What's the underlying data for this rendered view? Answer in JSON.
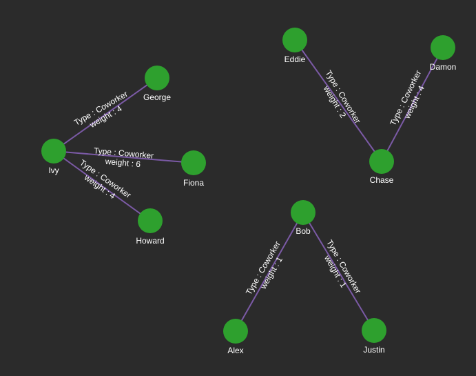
{
  "graph": {
    "colors": {
      "background": "#2b2b2b",
      "node": "#2ea02e",
      "edge": "#7b5aa6",
      "text": "#ffffff"
    },
    "nodes": [
      {
        "id": "ivy",
        "label": "Ivy"
      },
      {
        "id": "george",
        "label": "George"
      },
      {
        "id": "fiona",
        "label": "Fiona"
      },
      {
        "id": "howard",
        "label": "Howard"
      },
      {
        "id": "eddie",
        "label": "Eddie"
      },
      {
        "id": "damon",
        "label": "Damon"
      },
      {
        "id": "chase",
        "label": "Chase"
      },
      {
        "id": "bob",
        "label": "Bob"
      },
      {
        "id": "alex",
        "label": "Alex"
      },
      {
        "id": "justin",
        "label": "Justin"
      }
    ],
    "edges": [
      {
        "id": "ivy-george",
        "source": "ivy",
        "target": "george",
        "type_text": "Type : Coworker",
        "weight_text": "weight : 4",
        "weight": 4
      },
      {
        "id": "ivy-fiona",
        "source": "ivy",
        "target": "fiona",
        "type_text": "Type : Coworker",
        "weight_text": "weight : 6",
        "weight": 6
      },
      {
        "id": "ivy-howard",
        "source": "ivy",
        "target": "howard",
        "type_text": "Type : Coworker",
        "weight_text": "weight : 4",
        "weight": 4
      },
      {
        "id": "eddie-chase",
        "source": "eddie",
        "target": "chase",
        "type_text": "Type : Coworker",
        "weight_text": "weight : 2",
        "weight": 2
      },
      {
        "id": "damon-chase",
        "source": "damon",
        "target": "chase",
        "type_text": "Type : Coworker",
        "weight_text": "weight : 4",
        "weight": 4
      },
      {
        "id": "bob-alex",
        "source": "bob",
        "target": "alex",
        "type_text": "Type : Coworker",
        "weight_text": "weight : 1",
        "weight": 1
      },
      {
        "id": "bob-justin",
        "source": "bob",
        "target": "justin",
        "type_text": "Type : Coworker",
        "weight_text": "weight : 1",
        "weight": 1
      }
    ]
  }
}
